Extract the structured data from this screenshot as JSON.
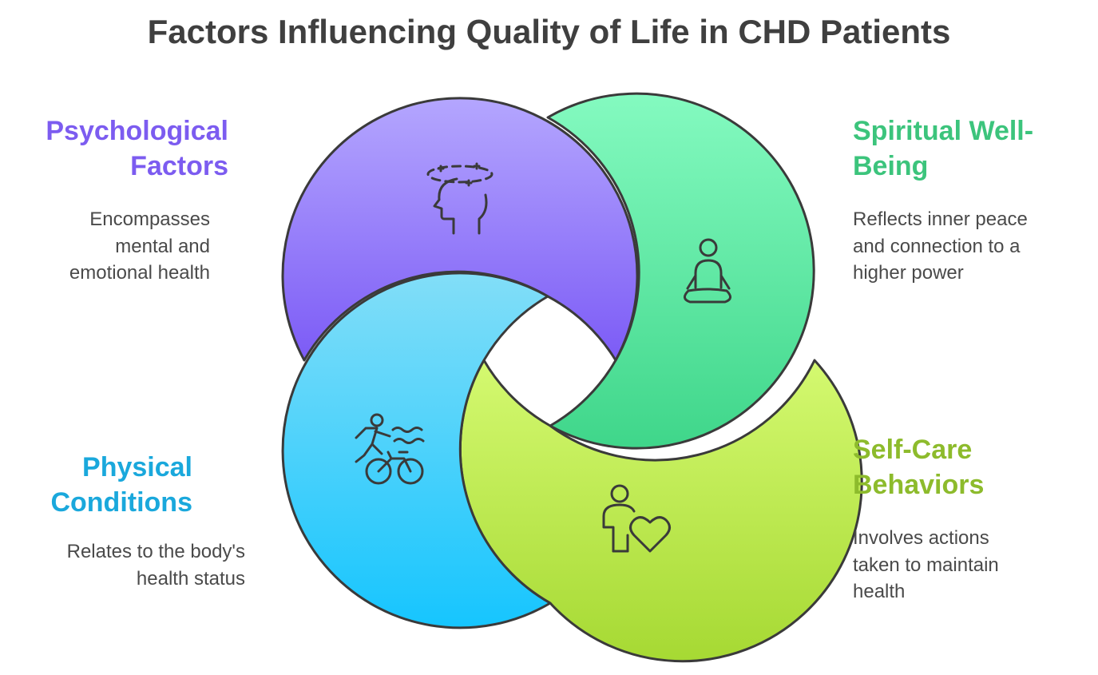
{
  "title": "Factors Influencing Quality of Life in CHD Patients",
  "factors": [
    {
      "heading_line1": "Psychological",
      "heading_line2": "Factors",
      "desc_line1": "Encompasses",
      "desc_line2": "mental and",
      "desc_line3": "emotional health",
      "color": "#7c5cf0",
      "icon": "mind-head-icon"
    },
    {
      "heading_line1": "Spiritual Well-",
      "heading_line2": "Being",
      "desc_line1": "Reflects inner peace",
      "desc_line2": "and connection to a",
      "desc_line3": "higher power",
      "color": "#3cc47c",
      "icon": "meditation-icon"
    },
    {
      "heading_line1": "Physical",
      "heading_line2": "Conditions",
      "desc_line1": "Relates to the body's",
      "desc_line2": "health status",
      "color": "#1aa8dc",
      "icon": "triathlon-icon"
    },
    {
      "heading_line1": "Self-Care",
      "heading_line2": "Behaviors",
      "desc_line1": "Involves actions",
      "desc_line2": "taken to maintain",
      "desc_line3": "health",
      "color": "#8dbb2c",
      "icon": "person-heart-icon"
    }
  ]
}
